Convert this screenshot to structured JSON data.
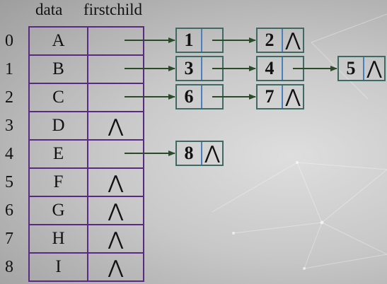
{
  "headers": {
    "data": "data",
    "firstchild": "firstchild"
  },
  "null_symbol": "⋀",
  "rows": [
    {
      "index": "0",
      "data": "A",
      "firstchild": ""
    },
    {
      "index": "1",
      "data": "B",
      "firstchild": ""
    },
    {
      "index": "2",
      "data": "C",
      "firstchild": ""
    },
    {
      "index": "3",
      "data": "D",
      "firstchild": "⋀"
    },
    {
      "index": "4",
      "data": "E",
      "firstchild": ""
    },
    {
      "index": "5",
      "data": "F",
      "firstchild": "⋀"
    },
    {
      "index": "6",
      "data": "G",
      "firstchild": "⋀"
    },
    {
      "index": "7",
      "data": "H",
      "firstchild": "⋀"
    },
    {
      "index": "8",
      "data": "I",
      "firstchild": "⋀"
    }
  ],
  "child_lists": [
    {
      "parent": "A",
      "nodes": [
        {
          "child": "1",
          "next": ""
        },
        {
          "child": "2",
          "next": "⋀"
        }
      ]
    },
    {
      "parent": "B",
      "nodes": [
        {
          "child": "3",
          "next": ""
        },
        {
          "child": "4",
          "next": ""
        },
        {
          "child": "5",
          "next": "⋀"
        }
      ]
    },
    {
      "parent": "C",
      "nodes": [
        {
          "child": "6",
          "next": ""
        },
        {
          "child": "7",
          "next": "⋀"
        }
      ]
    },
    {
      "parent": "E",
      "nodes": [
        {
          "child": "8",
          "next": "⋀"
        }
      ]
    }
  ],
  "colors": {
    "table_border": "#5a2a82",
    "node_border": "#3f6a64",
    "node_divider": "#4a7fc0",
    "arrow": "#2a4a2a"
  }
}
